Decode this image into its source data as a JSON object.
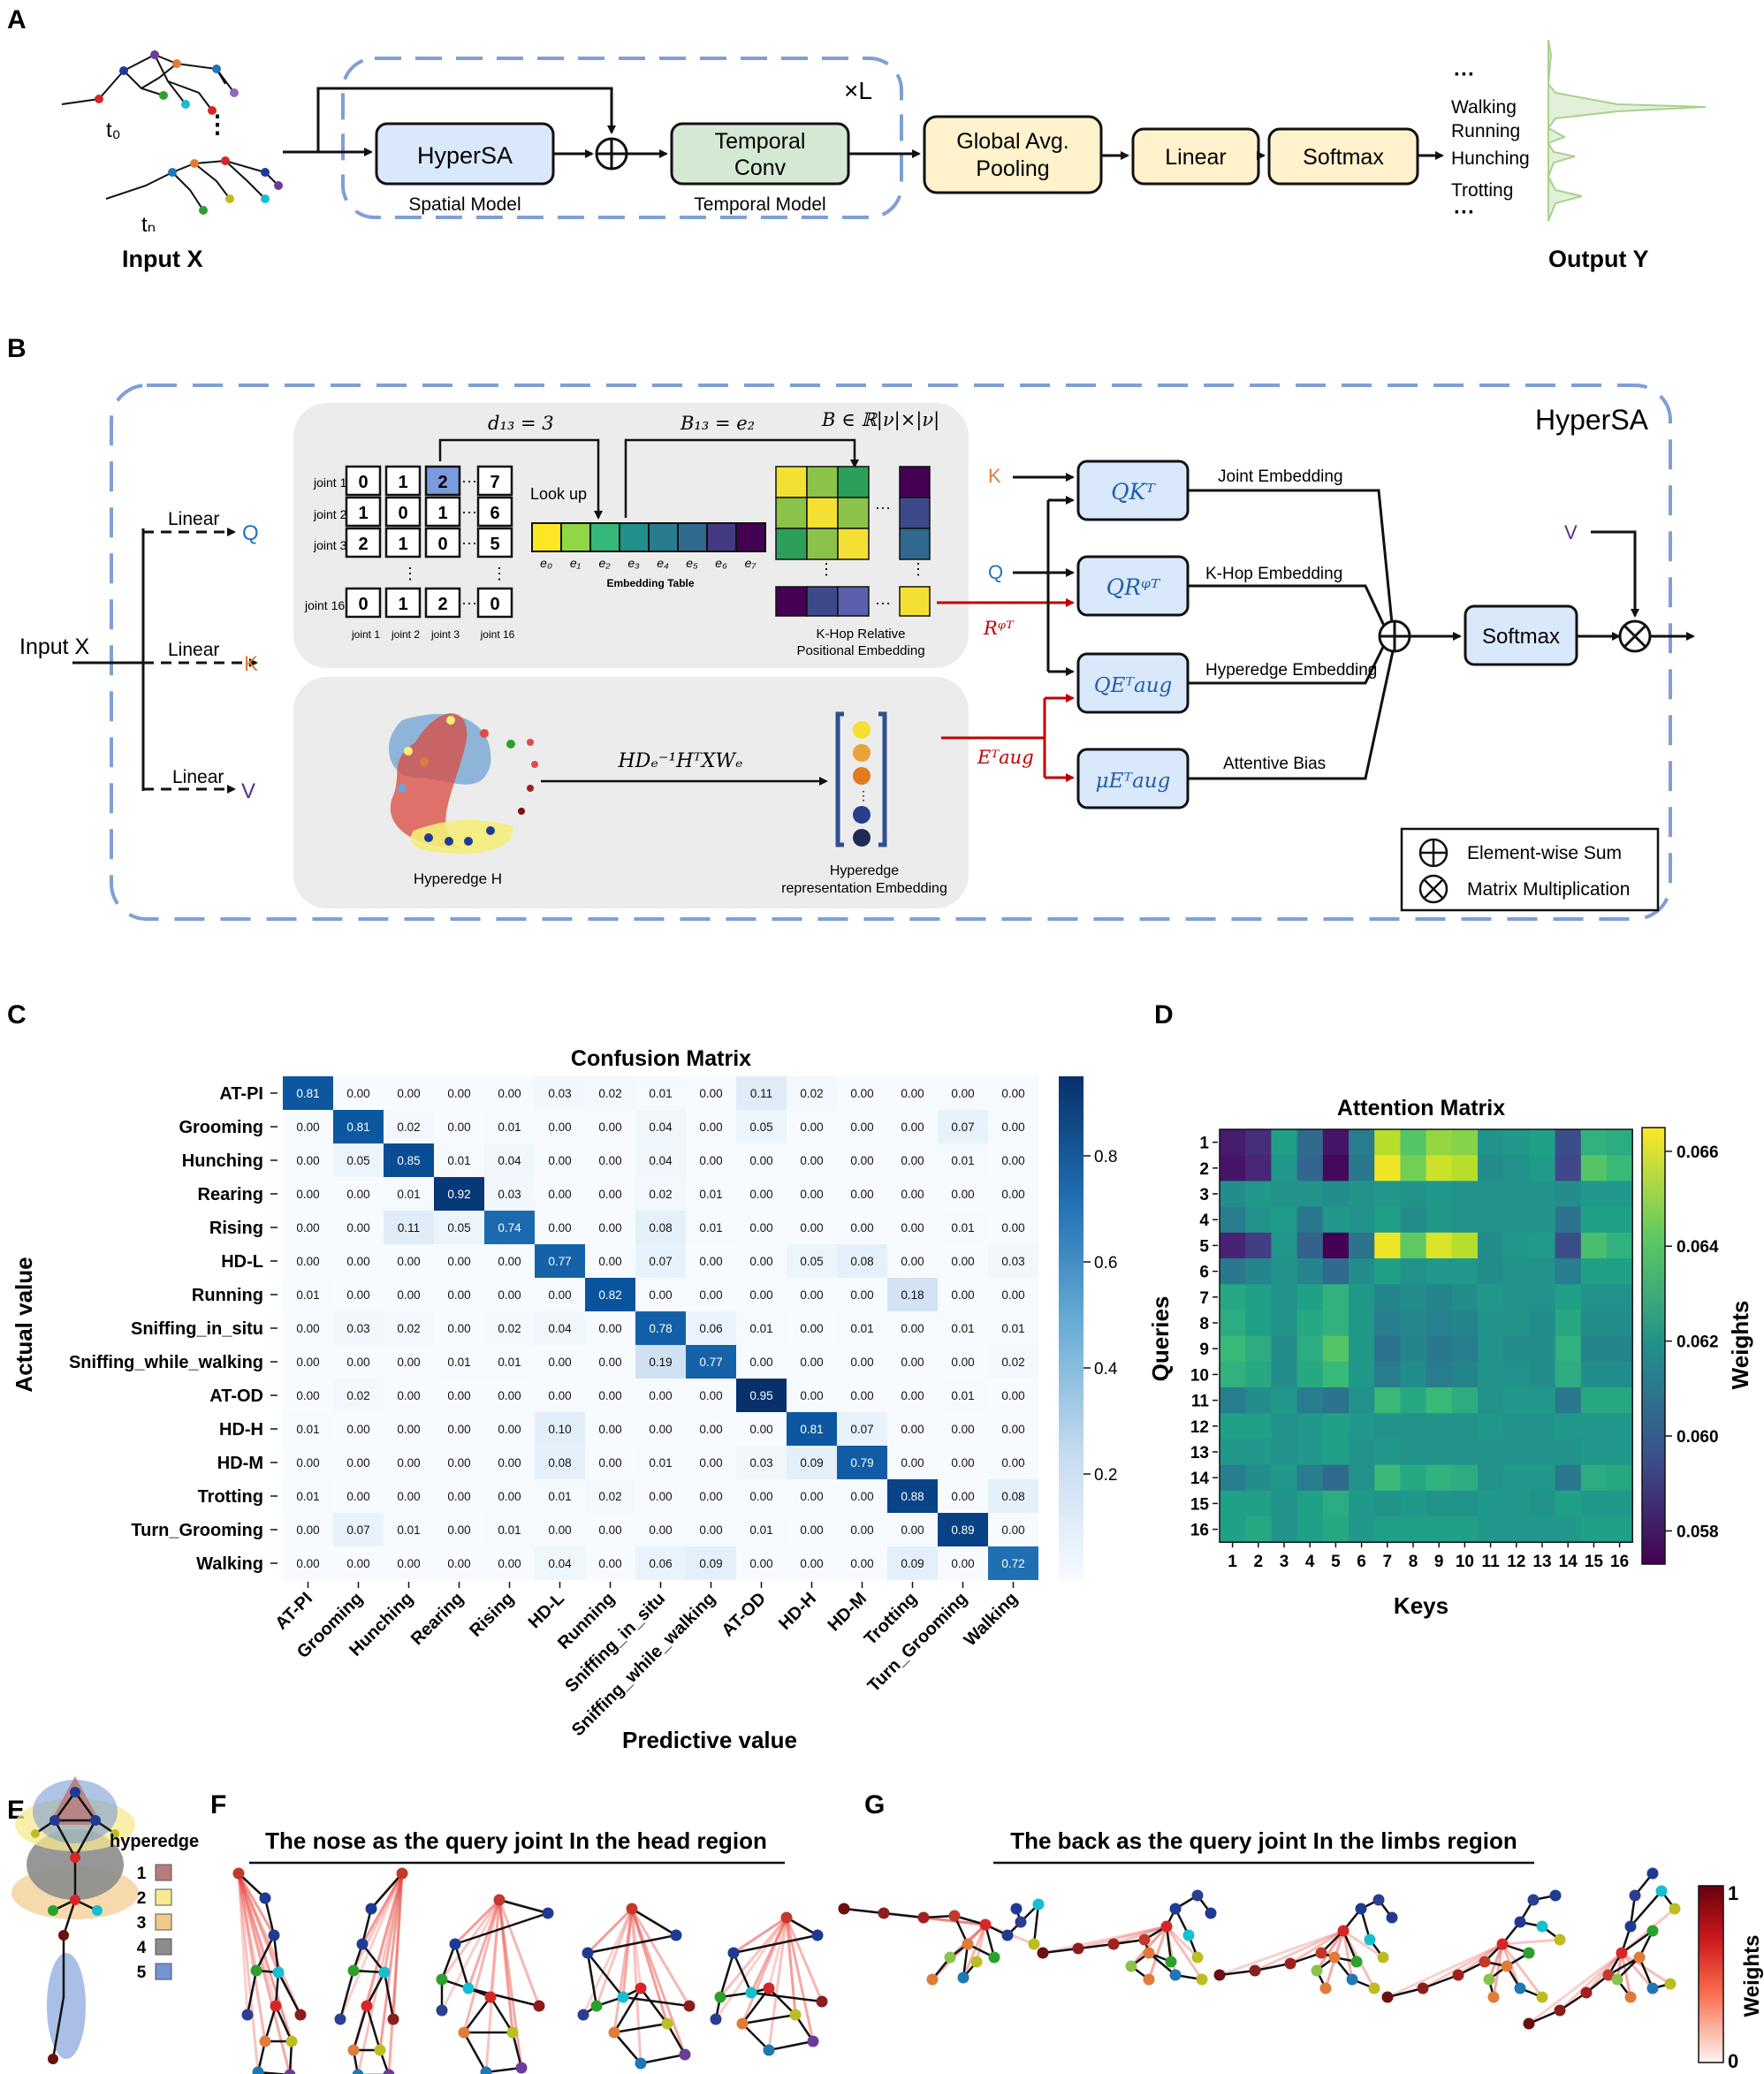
{
  "panels": {
    "A": "A",
    "B": "B",
    "C": "C",
    "D": "D",
    "E": "E",
    "F": "F",
    "G": "G"
  },
  "panelA": {
    "input_label": "Input X",
    "t0": "t₀",
    "tn": "tₙ",
    "repeat": "×L",
    "hypersa": "HyperSA",
    "spatial": "Spatial Model",
    "temporal_line1": "Temporal",
    "temporal_line2": "Conv",
    "temporal_model": "Temporal Model",
    "gap_line1": "Global Avg.",
    "gap_line2": "Pooling",
    "linear": "Linear",
    "softmax": "Softmax",
    "classes": [
      "Walking",
      "Running",
      "Hunching",
      "Trotting"
    ],
    "ellipsis": "…",
    "output_label": "Output Y",
    "dist_color": "#a9d18e"
  },
  "panelB": {
    "title": "HyperSA",
    "input": "Input X",
    "linear": "Linear",
    "q": "Q",
    "k": "K",
    "v": "V",
    "d13": "d₁₃ = 3",
    "b13": "B₁₃ = e₂",
    "brel": "B ∈ ℝ|ν|×|ν|",
    "lookup": "Look up",
    "joint_rows": [
      "joint 1",
      "joint 2",
      "joint 3",
      "joint 16"
    ],
    "joint_cols": [
      "joint 1",
      "joint 2",
      "joint 3",
      "joint 16"
    ],
    "matrix": [
      [
        "0",
        "1",
        "2",
        "7"
      ],
      [
        "1",
        "0",
        "1",
        "6"
      ],
      [
        "2",
        "1",
        "0",
        "5"
      ],
      [
        "0",
        "1",
        "2",
        "0"
      ]
    ],
    "emb_labels": [
      "e₀",
      "e₁",
      "e₂",
      "e₃",
      "e₄",
      "e₅",
      "e₆",
      "e₇"
    ],
    "emb_colors": [
      "#fde725",
      "#8fd744",
      "#35b779",
      "#21918c",
      "#287c8e",
      "#31688e",
      "#443983",
      "#440154"
    ],
    "emb_table": "Embedding Table",
    "khop_line1": "K-Hop Relative",
    "khop_line2": "Positional Embedding",
    "rphi": "Rᵠᵀ",
    "eaug": "Eᵀaug",
    "hyperedge_h": "Hyperedge H",
    "formula": "HDₑ⁻¹HᵀXWₑ",
    "hyperedge_emb_line1": "Hyperedge",
    "hyperedge_emb_line2": "representation Embedding",
    "box_qk": "QKᵀ",
    "box_qr": "QRᵠᵀ",
    "box_qe": "QEᵀaug",
    "box_mue": "μEᵀaug",
    "joint_embedding": "Joint Embedding",
    "khop_embedding": "K-Hop Embedding",
    "hyperedge_embedding": "Hyperedge Embedding",
    "attentive_bias": "Attentive Bias",
    "softmax": "Softmax",
    "legend_sum": "Element-wise Sum",
    "legend_mul": "Matrix Multiplication"
  },
  "chart_data": [
    {
      "type": "heatmap",
      "title": "Confusion Matrix",
      "xlabel": "Predictive value",
      "ylabel": "Actual value",
      "categories": [
        "AT-PI",
        "Grooming",
        "Hunching",
        "Rearing",
        "Rising",
        "HD-L",
        "Running",
        "Sniffing_in_situ",
        "Sniffing_while_walking",
        "AT-OD",
        "HD-H",
        "HD-M",
        "Trotting",
        "Turn_Grooming",
        "Walking"
      ],
      "values": [
        [
          0.81,
          0.0,
          0.0,
          0.0,
          0.0,
          0.03,
          0.02,
          0.01,
          0.0,
          0.11,
          0.02,
          0.0,
          0.0,
          0.0,
          0.0
        ],
        [
          0.0,
          0.81,
          0.02,
          0.0,
          0.01,
          0.0,
          0.0,
          0.04,
          0.0,
          0.05,
          0.0,
          0.0,
          0.0,
          0.07,
          0.0
        ],
        [
          0.0,
          0.05,
          0.85,
          0.01,
          0.04,
          0.0,
          0.0,
          0.04,
          0.0,
          0.0,
          0.0,
          0.0,
          0.0,
          0.01,
          0.0
        ],
        [
          0.0,
          0.0,
          0.01,
          0.92,
          0.03,
          0.0,
          0.0,
          0.02,
          0.01,
          0.0,
          0.0,
          0.0,
          0.0,
          0.0,
          0.0
        ],
        [
          0.0,
          0.0,
          0.11,
          0.05,
          0.74,
          0.0,
          0.0,
          0.08,
          0.01,
          0.0,
          0.0,
          0.0,
          0.0,
          0.01,
          0.0
        ],
        [
          0.0,
          0.0,
          0.0,
          0.0,
          0.0,
          0.77,
          0.0,
          0.07,
          0.0,
          0.0,
          0.05,
          0.08,
          0.0,
          0.0,
          0.03
        ],
        [
          0.01,
          0.0,
          0.0,
          0.0,
          0.0,
          0.0,
          0.82,
          0.0,
          0.0,
          0.0,
          0.0,
          0.0,
          0.18,
          0.0,
          0.0
        ],
        [
          0.0,
          0.03,
          0.02,
          0.0,
          0.02,
          0.04,
          0.0,
          0.78,
          0.06,
          0.01,
          0.0,
          0.01,
          0.0,
          0.01,
          0.01
        ],
        [
          0.0,
          0.0,
          0.0,
          0.01,
          0.01,
          0.0,
          0.0,
          0.19,
          0.77,
          0.0,
          0.0,
          0.0,
          0.0,
          0.0,
          0.02
        ],
        [
          0.0,
          0.02,
          0.0,
          0.0,
          0.0,
          0.0,
          0.0,
          0.0,
          0.0,
          0.95,
          0.0,
          0.0,
          0.0,
          0.01,
          0.0
        ],
        [
          0.01,
          0.0,
          0.0,
          0.0,
          0.0,
          0.1,
          0.0,
          0.0,
          0.0,
          0.0,
          0.81,
          0.07,
          0.0,
          0.0,
          0.0
        ],
        [
          0.0,
          0.0,
          0.0,
          0.0,
          0.0,
          0.08,
          0.0,
          0.01,
          0.0,
          0.03,
          0.09,
          0.79,
          0.0,
          0.0,
          0.0
        ],
        [
          0.01,
          0.0,
          0.0,
          0.0,
          0.0,
          0.01,
          0.02,
          0.0,
          0.0,
          0.0,
          0.0,
          0.0,
          0.88,
          0.0,
          0.08
        ],
        [
          0.0,
          0.07,
          0.01,
          0.0,
          0.01,
          0.0,
          0.0,
          0.0,
          0.0,
          0.01,
          0.0,
          0.0,
          0.0,
          0.89,
          0.0
        ],
        [
          0.0,
          0.0,
          0.0,
          0.0,
          0.0,
          0.04,
          0.0,
          0.06,
          0.09,
          0.0,
          0.0,
          0.0,
          0.09,
          0.0,
          0.72
        ]
      ],
      "colorbar_ticks": [
        0.2,
        0.4,
        0.6,
        0.8
      ],
      "colorbar_range": [
        0,
        0.95
      ],
      "colormap": "Blues"
    },
    {
      "type": "heatmap",
      "title": "Attention Matrix",
      "xlabel": "Keys",
      "ylabel": "Queries",
      "colorbar_label": "Weights",
      "x": [
        1,
        2,
        3,
        4,
        5,
        6,
        7,
        8,
        9,
        10,
        11,
        12,
        13,
        14,
        15,
        16
      ],
      "y": [
        1,
        2,
        3,
        4,
        5,
        6,
        7,
        8,
        9,
        10,
        11,
        12,
        13,
        14,
        15,
        16
      ],
      "colorbar_ticks": [
        0.058,
        0.06,
        0.062,
        0.064,
        0.066
      ],
      "colorbar_range": [
        0.0573,
        0.0665
      ],
      "colormap": "viridis",
      "values": [
        [
          0.058,
          0.0585,
          0.0625,
          0.0605,
          0.0578,
          0.0612,
          0.0655,
          0.064,
          0.065,
          0.0648,
          0.062,
          0.0622,
          0.0625,
          0.0595,
          0.0632,
          0.063
        ],
        [
          0.0578,
          0.0583,
          0.0622,
          0.0603,
          0.0575,
          0.061,
          0.0663,
          0.0645,
          0.0658,
          0.0655,
          0.0618,
          0.062,
          0.0623,
          0.0593,
          0.064,
          0.0635
        ],
        [
          0.0618,
          0.0622,
          0.062,
          0.062,
          0.0618,
          0.062,
          0.0622,
          0.062,
          0.0622,
          0.062,
          0.062,
          0.062,
          0.062,
          0.0618,
          0.0622,
          0.0622
        ],
        [
          0.0612,
          0.062,
          0.0623,
          0.061,
          0.0622,
          0.062,
          0.0625,
          0.0618,
          0.0622,
          0.062,
          0.062,
          0.062,
          0.062,
          0.0608,
          0.0625,
          0.0625
        ],
        [
          0.0582,
          0.059,
          0.0622,
          0.0602,
          0.0573,
          0.0608,
          0.0663,
          0.0642,
          0.066,
          0.0655,
          0.0618,
          0.0622,
          0.0623,
          0.0595,
          0.0638,
          0.0632
        ],
        [
          0.061,
          0.0615,
          0.062,
          0.0615,
          0.0605,
          0.0618,
          0.0625,
          0.062,
          0.0622,
          0.0622,
          0.0618,
          0.062,
          0.062,
          0.0612,
          0.0625,
          0.0625
        ],
        [
          0.0628,
          0.0625,
          0.062,
          0.0625,
          0.0632,
          0.0622,
          0.0615,
          0.0618,
          0.0615,
          0.0618,
          0.0622,
          0.062,
          0.062,
          0.0625,
          0.062,
          0.062
        ],
        [
          0.063,
          0.0625,
          0.062,
          0.0628,
          0.0632,
          0.0622,
          0.0612,
          0.0616,
          0.0614,
          0.0615,
          0.062,
          0.062,
          0.0618,
          0.0628,
          0.0618,
          0.0618
        ],
        [
          0.0635,
          0.063,
          0.0618,
          0.063,
          0.064,
          0.0622,
          0.0608,
          0.0615,
          0.061,
          0.0612,
          0.062,
          0.0618,
          0.0618,
          0.0632,
          0.0615,
          0.0615
        ],
        [
          0.0632,
          0.0628,
          0.0618,
          0.0628,
          0.0635,
          0.0622,
          0.0612,
          0.0618,
          0.0612,
          0.0615,
          0.062,
          0.062,
          0.0618,
          0.063,
          0.0618,
          0.0618
        ],
        [
          0.0612,
          0.0618,
          0.0622,
          0.0612,
          0.0608,
          0.062,
          0.0635,
          0.0628,
          0.0635,
          0.063,
          0.062,
          0.0622,
          0.0622,
          0.061,
          0.0628,
          0.0628
        ],
        [
          0.0625,
          0.0625,
          0.062,
          0.0622,
          0.0625,
          0.0622,
          0.062,
          0.062,
          0.062,
          0.062,
          0.0622,
          0.062,
          0.062,
          0.0622,
          0.0622,
          0.0622
        ],
        [
          0.0622,
          0.0622,
          0.062,
          0.0622,
          0.0625,
          0.062,
          0.0622,
          0.062,
          0.062,
          0.062,
          0.062,
          0.062,
          0.062,
          0.062,
          0.0622,
          0.0622
        ],
        [
          0.0612,
          0.0618,
          0.0622,
          0.0612,
          0.0605,
          0.062,
          0.0635,
          0.0628,
          0.0632,
          0.063,
          0.062,
          0.0622,
          0.0622,
          0.061,
          0.063,
          0.0628
        ],
        [
          0.0625,
          0.0625,
          0.062,
          0.0625,
          0.063,
          0.0622,
          0.062,
          0.0622,
          0.062,
          0.062,
          0.0622,
          0.0622,
          0.062,
          0.0625,
          0.0622,
          0.0622
        ],
        [
          0.0625,
          0.0628,
          0.062,
          0.0625,
          0.0628,
          0.0622,
          0.0625,
          0.0625,
          0.0625,
          0.0625,
          0.0622,
          0.0622,
          0.0622,
          0.0622,
          0.0625,
          0.0625
        ]
      ]
    }
  ],
  "panelE": {
    "legend_title": "hyperedge",
    "items": [
      {
        "label": "1",
        "color": "#b77b7b"
      },
      {
        "label": "2",
        "color": "#f7e98f"
      },
      {
        "label": "3",
        "color": "#f2c98a"
      },
      {
        "label": "4",
        "color": "#8c8c8c"
      },
      {
        "label": "5",
        "color": "#7094d4"
      }
    ]
  },
  "panelF": {
    "title": "The nose as the query joint In the head region"
  },
  "panelG": {
    "title": "The back as the query joint In the limbs region"
  },
  "weights_colorbar": {
    "label": "Weights",
    "max": "1",
    "min": "0"
  }
}
